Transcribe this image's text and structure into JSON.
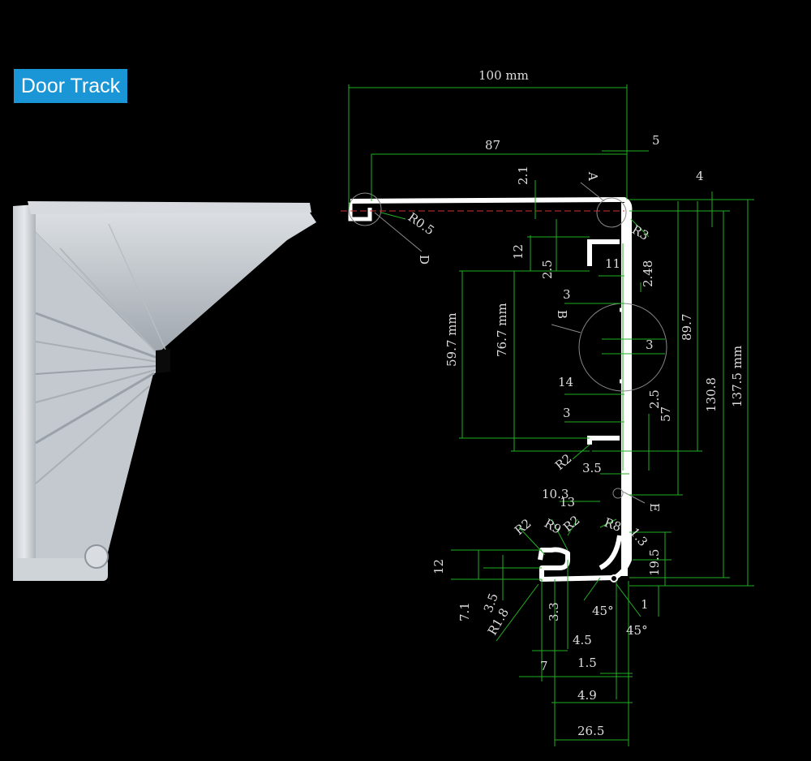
{
  "title": "Door Track",
  "labels": {
    "width_total": "100 mm",
    "width_87": "87",
    "d5": "5",
    "d2_1": "2.1",
    "d4": "4",
    "r0_5": "R0.5",
    "r3": "R3",
    "d12_top": "12",
    "d2_5": "2.5",
    "d11": "11",
    "d2_48": "2.48",
    "d3_a": "3",
    "d59_7": "59.7 mm",
    "d76_7": "76.7 mm",
    "d89_7": "89.7",
    "d3_b": "3",
    "d14": "14",
    "d130_8": "130.8",
    "d137_5": "137.5 mm",
    "d3_c": "3",
    "d2_5b": "2.5",
    "d57": "57",
    "r2_a": "R2",
    "d3_5": "3.5",
    "d10_3": "10.3",
    "d13": "13",
    "r2_b": "R2",
    "r9": "R9",
    "r2_c": "R2",
    "r8": "R8",
    "d1_3": "1.3",
    "d19_5": "19.5",
    "d12_bot": "12",
    "d7_1": "7.1",
    "d3_5b": "3.5",
    "r1_8": "R1.8",
    "d3_3": "3.3",
    "a45_a": "45°",
    "a45_b": "45°",
    "d1": "1",
    "d4_5": "4.5",
    "d7": "7",
    "d1_5": "1.5",
    "d4_9": "4.9",
    "d26_5": "26.5",
    "view_a": "A",
    "view_b": "B",
    "view_d": "D",
    "view_e": "E"
  }
}
